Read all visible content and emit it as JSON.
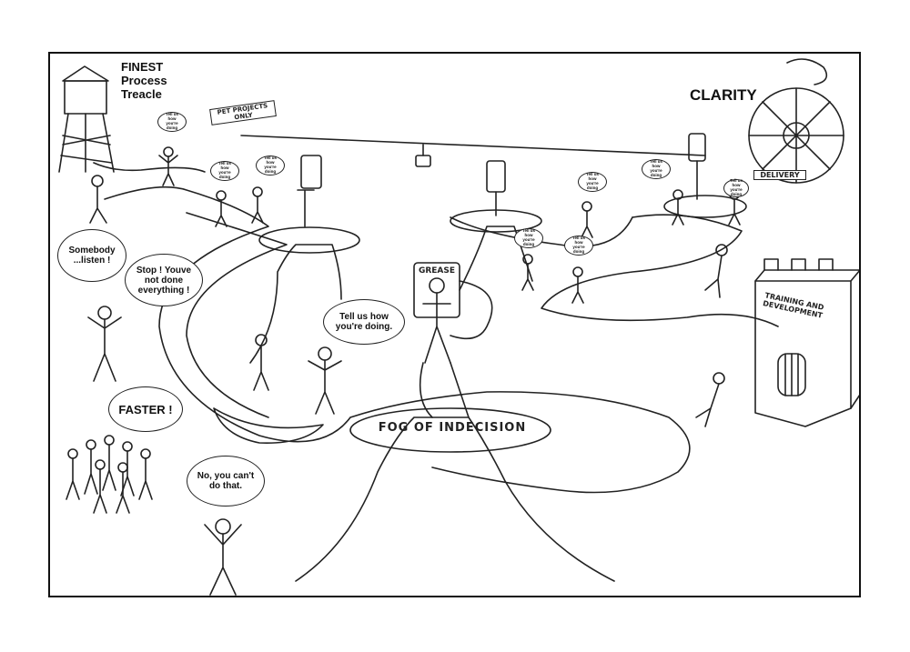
{
  "title": {
    "line1": "FINEST",
    "line2": "Process",
    "line3": "Treacle"
  },
  "clarity": "CLARITY",
  "signs": {
    "pet_projects": "PET PROJECTS ONLY",
    "delivery": "DELIVERY",
    "grease": "GREASE",
    "training": "TRAINING AND DEVELOPMENT",
    "fog": "FOG OF INDECISION"
  },
  "bubbles": {
    "somebody_listen": "Somebody ...listen !",
    "stop": "Stop ! Youve not done everything !",
    "tell_us": "Tell us how you're doing.",
    "faster": "FASTER !",
    "no_you_cant": "No, you can't do that.",
    "tiny_tell": "Tell us how you're doing"
  },
  "colors": {
    "ink": "#111111",
    "paper": "#ffffff"
  }
}
